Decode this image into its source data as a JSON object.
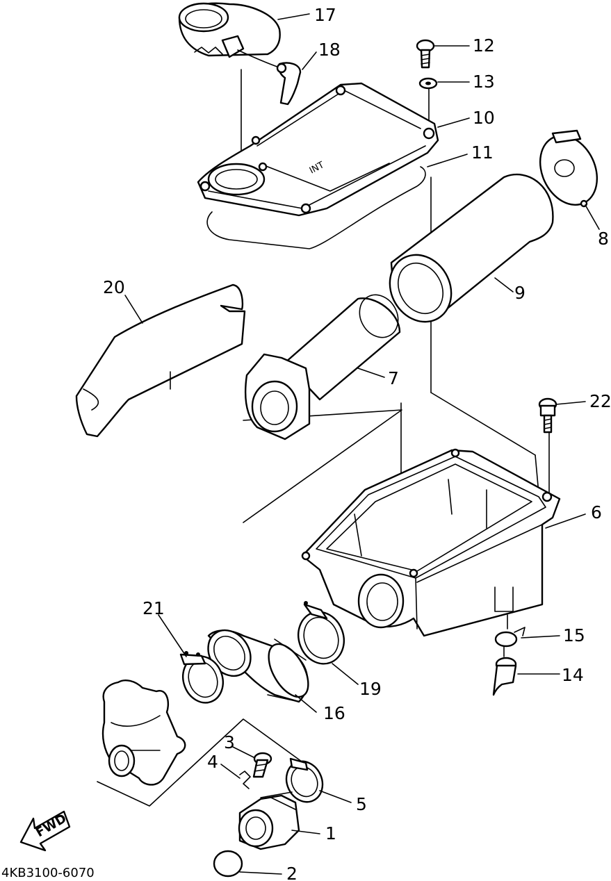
{
  "callouts": {
    "p1": "1",
    "p2": "2",
    "p3": "3",
    "p4": "4",
    "p5": "5",
    "p6": "6",
    "p7": "7",
    "p8": "8",
    "p9": "9",
    "p10": "10",
    "p11": "11",
    "p12": "12",
    "p13": "13",
    "p14": "14",
    "p15": "15",
    "p16": "16",
    "p17": "17",
    "p18": "18",
    "p19": "19",
    "p20": "20",
    "p21": "21",
    "p22": "22"
  },
  "fwd_arrow": "FWD",
  "cover_stamp": "INT",
  "diagram_code": "4KB3100-6070",
  "colors": {
    "ink": "#000000",
    "paper": "#ffffff"
  },
  "icons": {
    "forward": "fwd-arrow-icon"
  }
}
